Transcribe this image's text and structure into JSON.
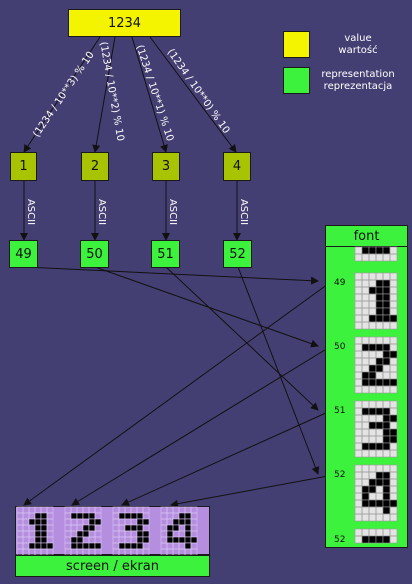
{
  "value": "1234",
  "legend": {
    "value_color": "#f4f400",
    "value_label_en": "value",
    "value_label_pl": "wartość",
    "repr_color": "#3df23d",
    "repr_label_en": "representation",
    "repr_label_pl": "reprezentacja"
  },
  "digits": [
    "1",
    "2",
    "3",
    "4"
  ],
  "formulas": [
    "(1234 / 10**3) % 10",
    "(1234 / 10**2) % 10",
    "(1234 / 10**1) % 10",
    "(1234 / 10**0) % 10"
  ],
  "ascii_label": "ASCII",
  "codes": [
    "49",
    "50",
    "51",
    "52"
  ],
  "font": {
    "title": "font",
    "rows": [
      "49",
      "50",
      "51",
      "52",
      "52"
    ]
  },
  "screen": {
    "label": "screen / ekran"
  },
  "colors": {
    "background": "#443f73",
    "value": "#f4f400",
    "digit": "#a8c400",
    "representation": "#3df23d",
    "screen": "#b58ee0"
  }
}
